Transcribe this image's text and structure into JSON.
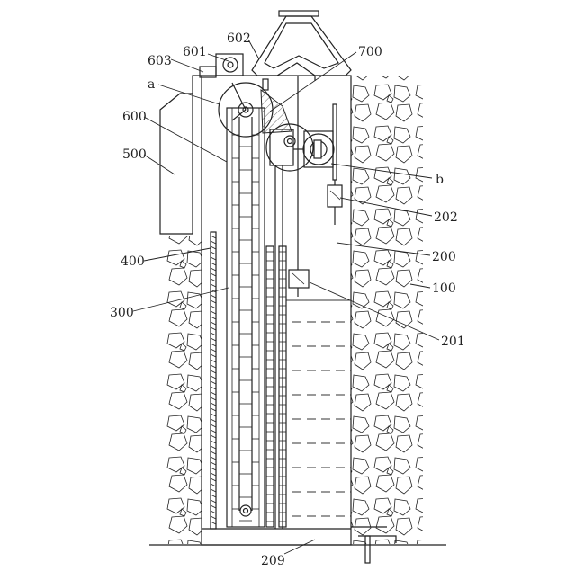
{
  "figure": {
    "labels": {
      "l601": "601",
      "l602": "602",
      "l603": "603",
      "la": "a",
      "l700": "700",
      "l600": "600",
      "l500": "500",
      "lb": "b",
      "l202": "202",
      "l200": "200",
      "l400": "400",
      "l100": "100",
      "l300": "300",
      "l201": "201",
      "l209": "209"
    }
  }
}
